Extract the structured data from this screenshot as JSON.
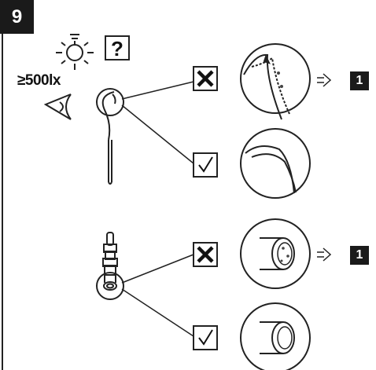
{
  "step": {
    "number": "9"
  },
  "requirement": {
    "lux": "≥500lx",
    "question_mark": "?"
  },
  "check_1": {
    "wrong_result_ref": "1",
    "icons": [
      "light-bulb-icon",
      "question-box-icon",
      "eye-icon",
      "cross-box-icon",
      "check-box-icon",
      "arrow-right-icon"
    ]
  },
  "check_2": {
    "wrong_result_ref": "1"
  },
  "colors": {
    "badge_bg": "#1a1a1a",
    "line": "#222222",
    "paper": "#ffffff"
  }
}
